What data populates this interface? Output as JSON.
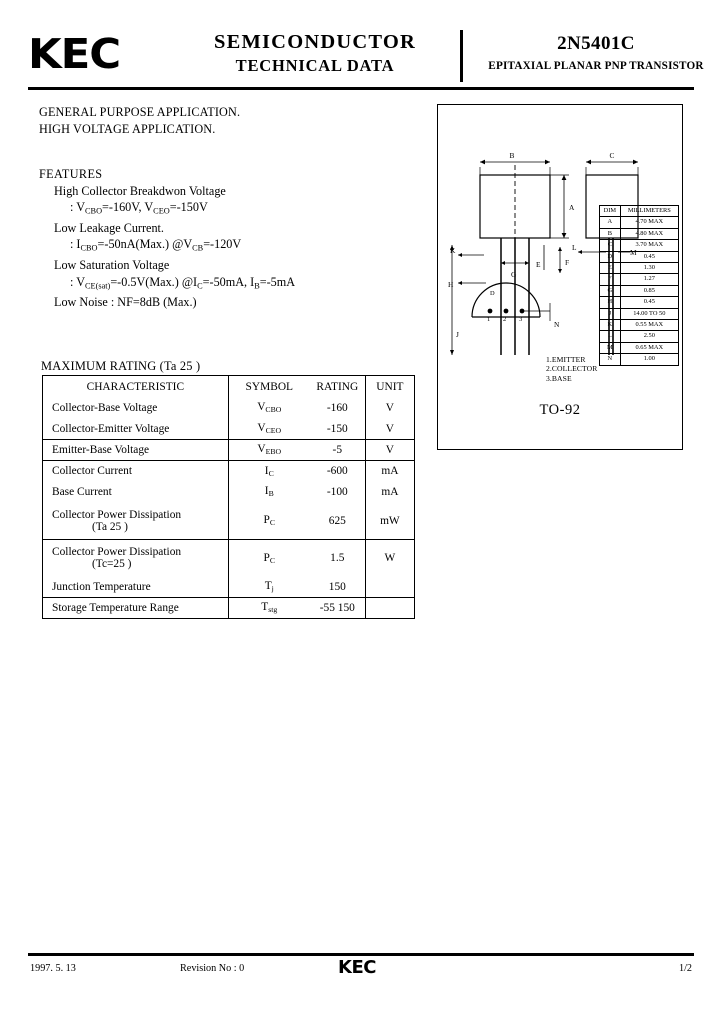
{
  "header": {
    "logo": "KEC",
    "center_line1": "SEMICONDUCTOR",
    "center_line2": "TECHNICAL DATA",
    "part_number": "2N5401C",
    "subtitle": "EPITAXIAL PLANAR PNP TRANSISTOR"
  },
  "applications": [
    "GENERAL PURPOSE APPLICATION.",
    "HIGH VOLTAGE APPLICATION."
  ],
  "features": {
    "title": "FEATURES",
    "items": [
      {
        "heading": "High Collector Breakdwon Voltage",
        "detail_html": ": V<sub>CBO</sub>=-160V,  V<sub>CEO</sub>=-150V"
      },
      {
        "heading": "Low Leakage Current.",
        "detail_html": ": I<sub>CBO</sub>=-50nA(Max.)  @V<sub>CB</sub>=-120V"
      },
      {
        "heading": "Low Saturation Voltage",
        "detail_html": ": V<sub>CE(sat)</sub>=-0.5V(Max.)  @I<sub>C</sub>=-50mA,  I<sub>B</sub>=-5mA"
      },
      {
        "heading": "Low Noise : NF=8dB (Max.)",
        "detail_html": ""
      }
    ]
  },
  "max_rating": {
    "title": "MAXIMUM RATING  (Ta  25   )",
    "columns": [
      "CHARACTERISTIC",
      "SYMBOL",
      "RATING",
      "UNIT"
    ],
    "rows": [
      {
        "characteristic": "Collector-Base Voltage",
        "symbol_html": "V<sub>CBO</sub>",
        "rating": "-160",
        "unit": "V"
      },
      {
        "characteristic": "Collector-Emitter Voltage",
        "symbol_html": "V<sub>CEO</sub>",
        "rating": "-150",
        "unit": "V"
      },
      {
        "characteristic": "Emitter-Base Voltage",
        "symbol_html": "V<sub>EBO</sub>",
        "rating": "-5",
        "unit": "V"
      },
      {
        "characteristic": "Collector Current",
        "symbol_html": "I<sub>C</sub>",
        "rating": "-600",
        "unit": "mA"
      },
      {
        "characteristic": "Base Current",
        "symbol_html": "I<sub>B</sub>",
        "rating": "-100",
        "unit": "mA"
      },
      {
        "characteristic": "Collector Power Dissipation",
        "characteristic2": "(Ta  25   )",
        "symbol_html": "P<sub>C</sub>",
        "rating": "625",
        "unit": "mW"
      },
      {
        "characteristic": "Collector Power Dissipation",
        "characteristic2": "(Tc=25   )",
        "symbol_html": "P<sub>C</sub>",
        "rating": "1.5",
        "unit": "W"
      },
      {
        "characteristic": "Junction Temperature",
        "symbol_html": "T<sub>j</sub>",
        "rating": "150",
        "unit": ""
      },
      {
        "characteristic": "Storage Temperature Range",
        "symbol_html": "T<sub>stg</sub>",
        "rating": "-55   150",
        "unit": ""
      }
    ]
  },
  "package": {
    "name": "TO-92",
    "pin_labels": [
      "1.EMITTER",
      "2.COLLECTOR",
      "3.BASE"
    ],
    "outline_letters": [
      "A",
      "B",
      "C",
      "D",
      "E",
      "F",
      "G",
      "H",
      "J",
      "K",
      "L",
      "M",
      "N"
    ],
    "dimension_table": {
      "headers": [
        "DIM",
        "MILLIMETERS"
      ],
      "rows": [
        {
          "dim": "A",
          "mm": "4.70 MAX"
        },
        {
          "dim": "B",
          "mm": "4.80 MAX"
        },
        {
          "dim": "C",
          "mm": "3.70 MAX"
        },
        {
          "dim": "D",
          "mm": "0.45"
        },
        {
          "dim": "E",
          "mm": "1.30"
        },
        {
          "dim": "F",
          "mm": "1.27"
        },
        {
          "dim": "G",
          "mm": "0.85"
        },
        {
          "dim": "H",
          "mm": "0.45"
        },
        {
          "dim": "J",
          "mm": "14.00 TO 50"
        },
        {
          "dim": "K",
          "mm": "0.55 MAX"
        },
        {
          "dim": "L",
          "mm": "2.50"
        },
        {
          "dim": "M",
          "mm": "0.65 MAX"
        },
        {
          "dim": "N",
          "mm": "1.00"
        }
      ]
    }
  },
  "footer": {
    "date": "1997. 5. 13",
    "revision": "Revision No : 0",
    "logo": "KEC",
    "page": "1/2"
  }
}
